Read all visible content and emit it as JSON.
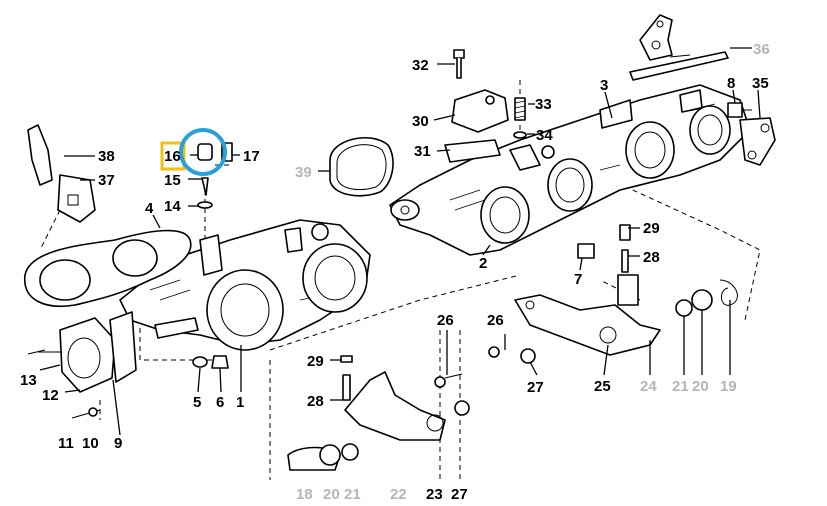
{
  "diagram": {
    "accent_circle_color": "#2aa0d8",
    "highlight_box_color": "#f2c10f",
    "dim_label_color": "#b5b5b5",
    "labels": [
      {
        "id": "l32",
        "text": "32",
        "dim": false
      },
      {
        "id": "l33",
        "text": "33",
        "dim": false
      },
      {
        "id": "l30",
        "text": "30",
        "dim": false
      },
      {
        "id": "l34",
        "text": "34",
        "dim": false
      },
      {
        "id": "l31",
        "text": "31",
        "dim": false
      },
      {
        "id": "l3",
        "text": "3",
        "dim": false
      },
      {
        "id": "l8",
        "text": "8",
        "dim": false
      },
      {
        "id": "l35",
        "text": "35",
        "dim": false
      },
      {
        "id": "l36",
        "text": "36",
        "dim": true
      },
      {
        "id": "l38",
        "text": "38",
        "dim": false
      },
      {
        "id": "l37",
        "text": "37",
        "dim": false
      },
      {
        "id": "l16",
        "text": "16",
        "dim": false
      },
      {
        "id": "l17",
        "text": "17",
        "dim": false
      },
      {
        "id": "l15",
        "text": "15",
        "dim": false
      },
      {
        "id": "l14",
        "text": "14",
        "dim": false
      },
      {
        "id": "l4",
        "text": "4",
        "dim": false
      },
      {
        "id": "l39",
        "text": "39",
        "dim": true
      },
      {
        "id": "l2",
        "text": "2",
        "dim": false
      },
      {
        "id": "l29a",
        "text": "29",
        "dim": false
      },
      {
        "id": "l28a",
        "text": "28",
        "dim": false
      },
      {
        "id": "l7",
        "text": "7",
        "dim": false
      },
      {
        "id": "l26a",
        "text": "26",
        "dim": false
      },
      {
        "id": "l26b",
        "text": "26",
        "dim": false
      },
      {
        "id": "l27a",
        "text": "27",
        "dim": false
      },
      {
        "id": "l25",
        "text": "25",
        "dim": false
      },
      {
        "id": "l24",
        "text": "24",
        "dim": true
      },
      {
        "id": "l21a",
        "text": "21",
        "dim": true
      },
      {
        "id": "l20a",
        "text": "20",
        "dim": true
      },
      {
        "id": "l19",
        "text": "19",
        "dim": true
      },
      {
        "id": "l13",
        "text": "13",
        "dim": false
      },
      {
        "id": "l12",
        "text": "12",
        "dim": false
      },
      {
        "id": "l11",
        "text": "11",
        "dim": false
      },
      {
        "id": "l10",
        "text": "10",
        "dim": false
      },
      {
        "id": "l9",
        "text": "9",
        "dim": false
      },
      {
        "id": "l5",
        "text": "5",
        "dim": false
      },
      {
        "id": "l6",
        "text": "6",
        "dim": false
      },
      {
        "id": "l1",
        "text": "1",
        "dim": false
      },
      {
        "id": "l29b",
        "text": "29",
        "dim": false
      },
      {
        "id": "l28b",
        "text": "28",
        "dim": false
      },
      {
        "id": "l18",
        "text": "18",
        "dim": true
      },
      {
        "id": "l20b",
        "text": "20",
        "dim": true
      },
      {
        "id": "l21b",
        "text": "21",
        "dim": true
      },
      {
        "id": "l22",
        "text": "22",
        "dim": true
      },
      {
        "id": "l23",
        "text": "23",
        "dim": false
      },
      {
        "id": "l27b",
        "text": "27",
        "dim": false
      }
    ]
  }
}
